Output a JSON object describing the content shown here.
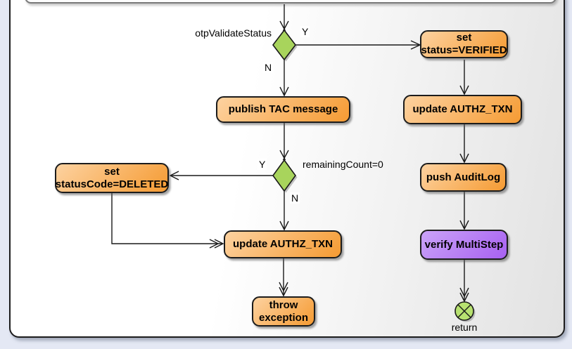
{
  "colors": {
    "page_bg": "#e4e8f4",
    "panel_border": "#1c1c1c",
    "canvas_left": "#ffffff",
    "canvas_right": "#e2e2e2",
    "orange_light": "#fdd2a0",
    "orange_dark": "#f59b33",
    "purple_light": "#caa3f8",
    "purple_dark": "#a861f1",
    "green_fill": "#a8d45c",
    "green_end_fill": "#b7e170",
    "edge": "#1a1a1a"
  },
  "decisions": {
    "otp_validate": {
      "label": "otpValidateStatus"
    },
    "remaining_count": {
      "label": "remainingCount=0"
    }
  },
  "nodes": {
    "set_verified": {
      "lines": [
        "set",
        "status=VERIFIED"
      ]
    },
    "update_authz_right": {
      "lines": [
        "update AUTHZ_TXN"
      ]
    },
    "push_auditlog": {
      "lines": [
        "push AuditLog"
      ]
    },
    "verify_multistep": {
      "lines": [
        "verify MultiStep"
      ]
    },
    "publish_tac": {
      "lines": [
        "publish TAC message"
      ]
    },
    "set_deleted": {
      "lines": [
        "set",
        "statusCode=DELETED"
      ]
    },
    "update_authz_center": {
      "lines": [
        "update AUTHZ_TXN"
      ]
    },
    "throw_exception": {
      "lines": [
        "throw",
        "exception"
      ]
    }
  },
  "edge_labels": {
    "otp_yes": "Y",
    "otp_no": "N",
    "remaining_yes": "Y",
    "remaining_no": "N"
  },
  "end_node": {
    "label": "return"
  }
}
